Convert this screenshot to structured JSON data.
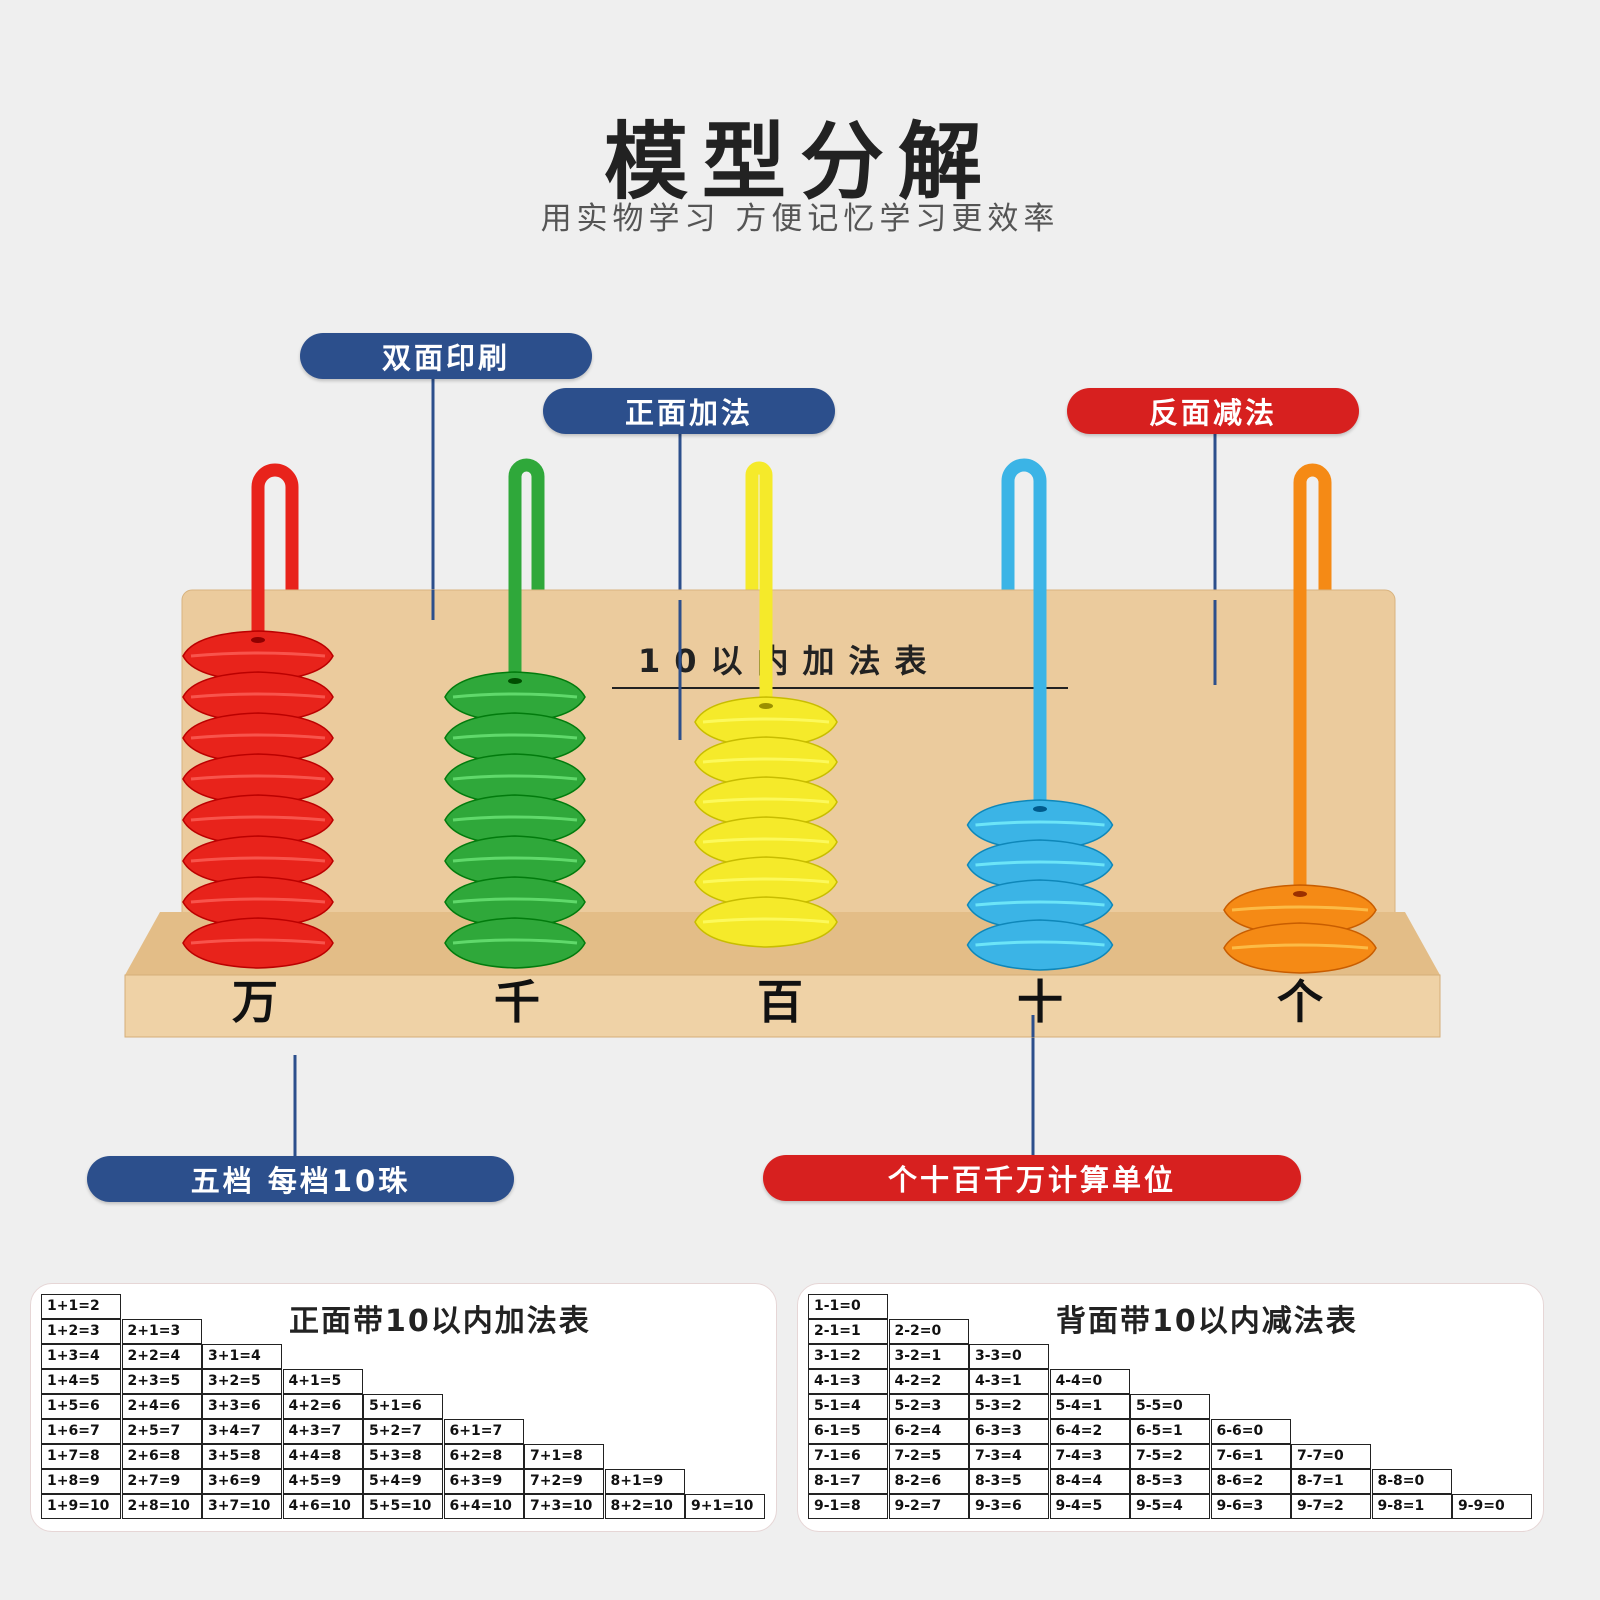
{
  "header": {
    "title": "模型分解",
    "subtitle": "用实物学习  方便记忆学习更效率"
  },
  "callouts": {
    "double_sided": "双面印刷",
    "front_addition": "正面加法",
    "back_subtraction": "反面减法",
    "five_rods": "五档 每档10珠",
    "units": "个十百千万计算单位"
  },
  "abacus": {
    "board_title": "10以内加法表",
    "place_labels": [
      "万",
      "千",
      "百",
      "十",
      "个"
    ],
    "rods": [
      {
        "place": "万",
        "color": "#e8231b",
        "beads": 8
      },
      {
        "place": "千",
        "color": "#2fa83a",
        "beads": 7
      },
      {
        "place": "百",
        "color": "#f5ea2a",
        "beads": 6
      },
      {
        "place": "十",
        "color": "#3bb4e6",
        "beads": 4
      },
      {
        "place": "个",
        "color": "#f58a15",
        "beads": 2
      }
    ]
  },
  "addition_table": {
    "title": "正面带10以内加法表",
    "rows": [
      [
        "1+1=2"
      ],
      [
        "1+2=3",
        "2+1=3"
      ],
      [
        "1+3=4",
        "2+2=4",
        "3+1=4"
      ],
      [
        "1+4=5",
        "2+3=5",
        "3+2=5",
        "4+1=5"
      ],
      [
        "1+5=6",
        "2+4=6",
        "3+3=6",
        "4+2=6",
        "5+1=6"
      ],
      [
        "1+6=7",
        "2+5=7",
        "3+4=7",
        "4+3=7",
        "5+2=7",
        "6+1=7"
      ],
      [
        "1+7=8",
        "2+6=8",
        "3+5=8",
        "4+4=8",
        "5+3=8",
        "6+2=8",
        "7+1=8"
      ],
      [
        "1+8=9",
        "2+7=9",
        "3+6=9",
        "4+5=9",
        "5+4=9",
        "6+3=9",
        "7+2=9",
        "8+1=9"
      ],
      [
        "1+9=10",
        "2+8=10",
        "3+7=10",
        "4+6=10",
        "5+5=10",
        "6+4=10",
        "7+3=10",
        "8+2=10",
        "9+1=10"
      ]
    ]
  },
  "subtraction_table": {
    "title": "背面带10以内减法表",
    "rows": [
      [
        "1-1=0"
      ],
      [
        "2-1=1",
        "2-2=0"
      ],
      [
        "3-1=2",
        "3-2=1",
        "3-3=0"
      ],
      [
        "4-1=3",
        "4-2=2",
        "4-3=1",
        "4-4=0"
      ],
      [
        "5-1=4",
        "5-2=3",
        "5-3=2",
        "5-4=1",
        "5-5=0"
      ],
      [
        "6-1=5",
        "6-2=4",
        "6-3=3",
        "6-4=2",
        "6-5=1",
        "6-6=0"
      ],
      [
        "7-1=6",
        "7-2=5",
        "7-3=4",
        "7-4=3",
        "7-5=2",
        "7-6=1",
        "7-7=0"
      ],
      [
        "8-1=7",
        "8-2=6",
        "8-3=5",
        "8-4=4",
        "8-5=3",
        "8-6=2",
        "8-7=1",
        "8-8=0"
      ],
      [
        "9-1=8",
        "9-2=7",
        "9-3=6",
        "9-4=5",
        "9-5=4",
        "9-6=3",
        "9-7=2",
        "9-8=1",
        "9-9=0"
      ]
    ]
  }
}
